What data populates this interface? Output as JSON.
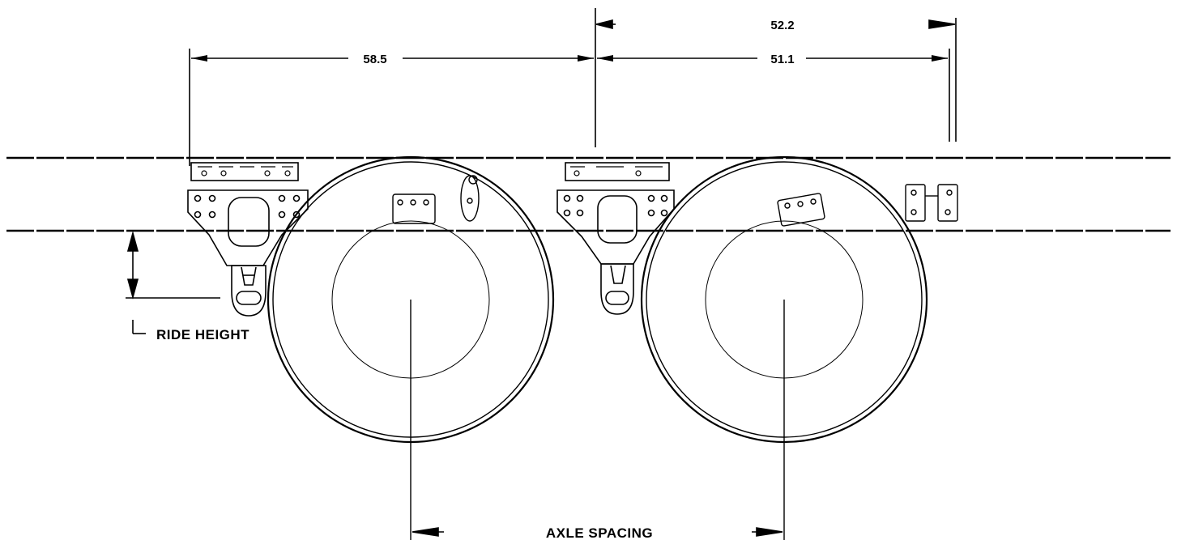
{
  "dimensions": {
    "overall": "52.2",
    "front_hanger_to_center": "58.5",
    "center_to_rear": "51.1"
  },
  "labels": {
    "ride_height": "RIDE HEIGHT",
    "axle_spacing": "AXLE SPACING"
  },
  "colors": {
    "line": "#000000",
    "background": "#ffffff"
  }
}
